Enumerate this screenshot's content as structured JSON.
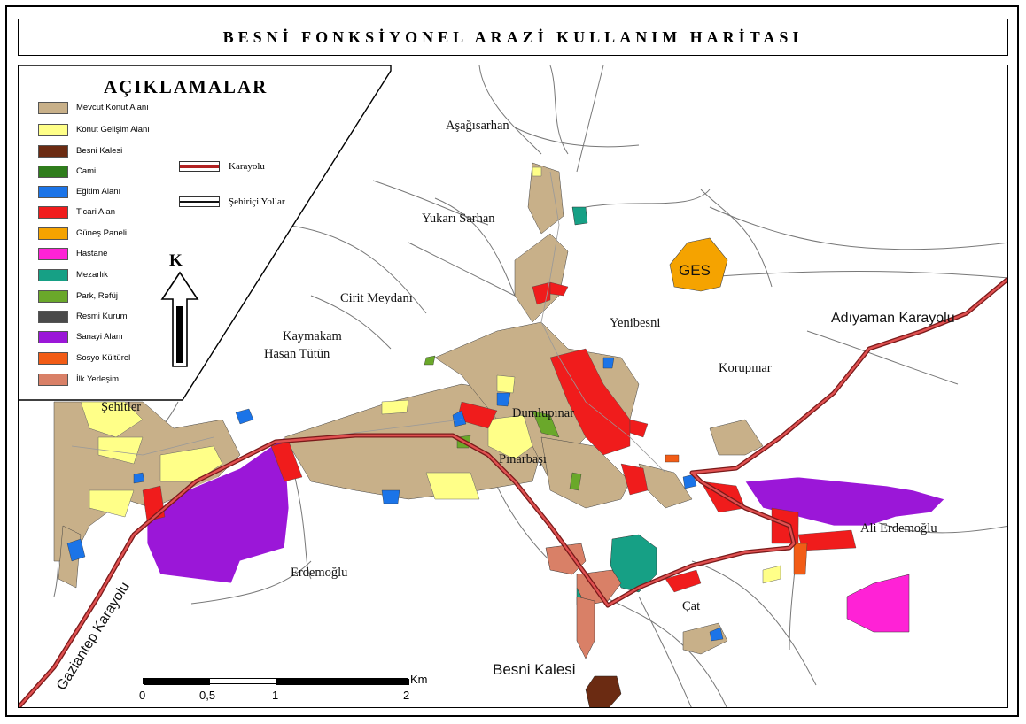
{
  "title": "BESNİ FONKSİYONEL ARAZİ KULLANIM HARİTASI",
  "legend": {
    "title": "AÇIKLAMALAR",
    "items": [
      {
        "label": "Mevcut Konut Alanı",
        "color": "#c8b089"
      },
      {
        "label": "Konut Gelişim Alanı",
        "color": "#ffff88"
      },
      {
        "label": "Besni Kalesi",
        "color": "#6b2b12"
      },
      {
        "label": "Cami",
        "color": "#2f7d1c"
      },
      {
        "label": "Eğitim Alanı",
        "color": "#1b74e8"
      },
      {
        "label": "Ticari Alan",
        "color": "#f01c1c"
      },
      {
        "label": "Güneş Paneli",
        "color": "#f5a300"
      },
      {
        "label": "Hastane",
        "color": "#ff22d6"
      },
      {
        "label": "Mezarlık",
        "color": "#16a085"
      },
      {
        "label": "Park, Refüj",
        "color": "#6aa82a"
      },
      {
        "label": "Resmi Kurum",
        "color": "#4a4a4a"
      },
      {
        "label": "Sanayi Alanı",
        "color": "#9b17d8"
      },
      {
        "label": "Sosyo Kültürel",
        "color": "#f25c16"
      },
      {
        "label": "İlk Yerleşim",
        "color": "#d98067"
      }
    ],
    "lines": [
      {
        "label": "Karayolu",
        "color": "#b22222"
      },
      {
        "label": "Şehiriçi Yollar",
        "color": "#111111"
      }
    ]
  },
  "north_label": "K",
  "places": [
    {
      "name": "Aşağısarhan"
    },
    {
      "name": "Yukarı Sarhan"
    },
    {
      "name": "Cirit Meydanı"
    },
    {
      "name": "Kaymakam"
    },
    {
      "name": "Hasan Tütün"
    },
    {
      "name": "Yenibesni"
    },
    {
      "name": "Adıyaman Karayolu"
    },
    {
      "name": "Korupınar"
    },
    {
      "name": "Şehitler"
    },
    {
      "name": "Dumlupınar"
    },
    {
      "name": "Pınarbaşı"
    },
    {
      "name": "Ali Erdemoğlu"
    },
    {
      "name": "Erdemoğlu"
    },
    {
      "name": "Çat"
    },
    {
      "name": "Besni Kalesi"
    },
    {
      "name": "Gaziantep Karayolu"
    },
    {
      "name": "GES"
    }
  ],
  "scale": {
    "labels": [
      "0",
      "0,5",
      "1",
      "2"
    ],
    "unit": "Km"
  }
}
